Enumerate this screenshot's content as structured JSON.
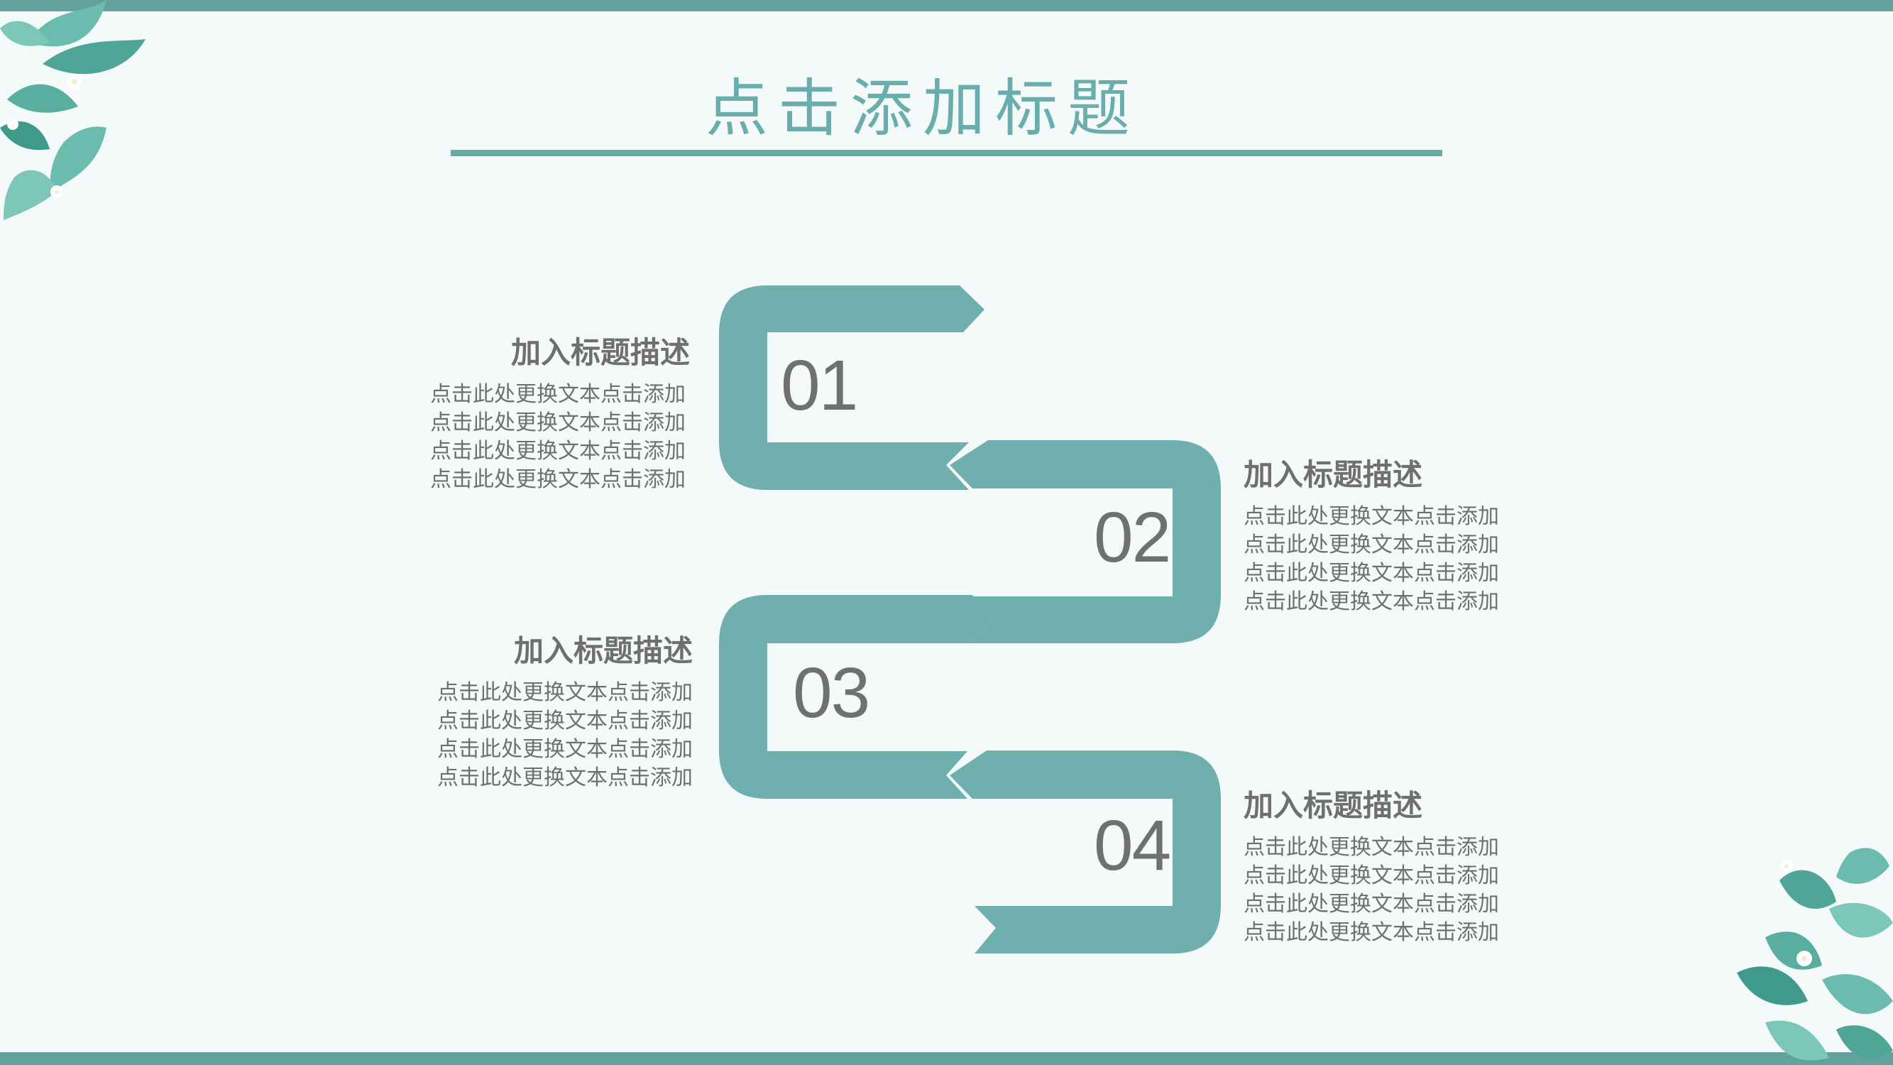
{
  "slide": {
    "title": "点击添加标题",
    "steps": [
      {
        "number": "01",
        "heading": "加入标题描述",
        "body": "点击此处更换文本点击添加\n点击此处更换文本点击添加\n点击此处更换文本点击添加\n点击此处更换文本点击添加"
      },
      {
        "number": "02",
        "heading": "加入标题描述",
        "body": "点击此处更换文本点击添加\n点击此处更换文本点击添加\n点击此处更换文本点击添加\n点击此处更换文本点击添加"
      },
      {
        "number": "03",
        "heading": "加入标题描述",
        "body": "点击此处更换文本点击添加\n点击此处更换文本点击添加\n点击此处更换文本点击添加\n点击此处更换文本点击添加"
      },
      {
        "number": "04",
        "heading": "加入标题描述",
        "body": "点击此处更换文本点击添加\n点击此处更换文本点击添加\n点击此处更换文本点击添加\n点击此处更换文本点击添加"
      }
    ]
  },
  "colors": {
    "accent": "#63a19f",
    "ribbon": "#6fb0ae",
    "text_gray": "#707070",
    "background": "#f4f9f9"
  },
  "icons": {
    "top_left": "leaf-cluster-icon",
    "bottom_right": "leaf-cluster-icon"
  }
}
